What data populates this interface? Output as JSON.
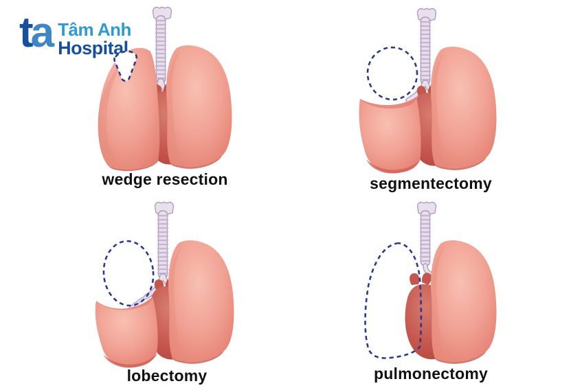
{
  "logo": {
    "mark_t": "t",
    "mark_a": "a",
    "name": "Tâm Anh",
    "subtitle": "Hospital"
  },
  "panels": [
    {
      "id": "wedge-resection",
      "label": "wedge resection"
    },
    {
      "id": "segmentectomy",
      "label": "segmentectomy"
    },
    {
      "id": "lobectomy",
      "label": "lobectomy"
    },
    {
      "id": "pulmonectomy",
      "label": "pulmonectomy"
    }
  ],
  "palette": {
    "dashed_outline_navy": "#2b3a8e",
    "lung_light": "#f8c0b2",
    "lung_mid": "#f1a294",
    "lung_dark": "#e27a6d",
    "lung_base_shadow": "#cf6256",
    "heart_light": "#d67c70",
    "heart_dark": "#b2443d",
    "trachea_fill": "#e9e0ec",
    "trachea_stroke": "#ab9abb",
    "trachea_ribs": "#c6b5d0",
    "logo_dark_blue": "#174f9f",
    "logo_light_blue": "#2e9ad4",
    "label_text": "#111111",
    "background": "#ffffff"
  }
}
